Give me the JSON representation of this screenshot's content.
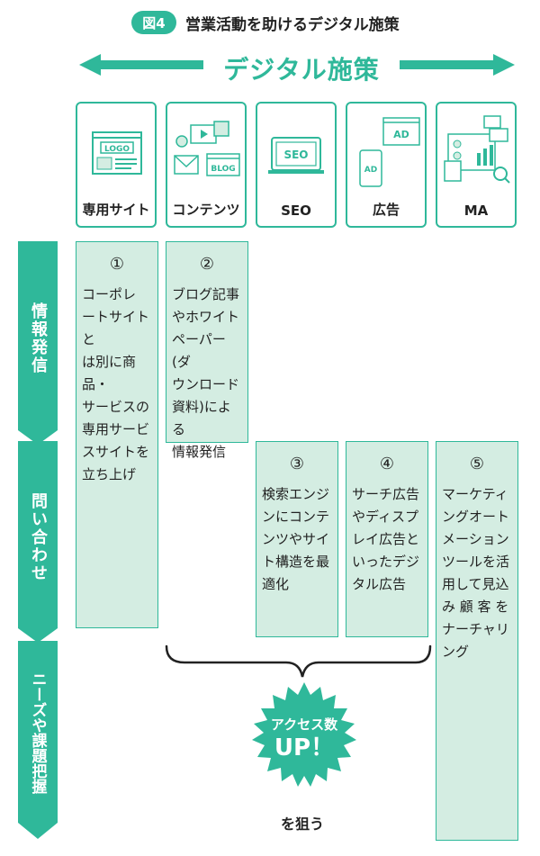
{
  "header": {
    "fig_label": "図4",
    "title": "営業活動を助けるデジタル施策"
  },
  "arrow_title": "デジタル施策",
  "channels": [
    {
      "label": "専用サイト",
      "icon": "website-logo-icon",
      "icon_text": "LOGO"
    },
    {
      "label": "コンテンツ",
      "icon": "content-blog-icon",
      "icon_text": "BLOG"
    },
    {
      "label": "SEO",
      "icon": "seo-monitor-icon",
      "icon_text": "SEO"
    },
    {
      "label": "広告",
      "icon": "ad-devices-icon",
      "icon_text": "AD"
    },
    {
      "label": "MA",
      "icon": "marketing-automation-icon",
      "icon_text": ""
    }
  ],
  "stages": [
    {
      "label": "情報発信"
    },
    {
      "label": "問い合わせ"
    },
    {
      "label": "ニーズや課題把握"
    }
  ],
  "measures": [
    {
      "num": "①",
      "text": "コーポレ\nートサイトと\nは別に商品・\nサービスの\n専用サービ\nスサイトを\n立ち上げ"
    },
    {
      "num": "②",
      "text": "ブログ記事\nやホワイト\nペーパー(ダ\nウンロード\n資料)による\n情報発信"
    },
    {
      "num": "③",
      "text": "検索エンジ\nンにコンテ\nンツやサイ\nト構造を最\n適化"
    },
    {
      "num": "④",
      "text": "サーチ広告\nやディスプ\nレイ広告と\nいったデジ\nタル広告"
    },
    {
      "num": "⑤",
      "text": "マーケティ\nングオート\nメーション\nツールを活\n用して見込\nみ 顧 客 を\nナーチャリ\nング"
    }
  ],
  "starburst": {
    "line1": "アクセス数",
    "line2": "UP！"
  },
  "goal": "を狙う",
  "colors": {
    "accent": "#2fb89a",
    "box_fill": "#d4ede2"
  }
}
